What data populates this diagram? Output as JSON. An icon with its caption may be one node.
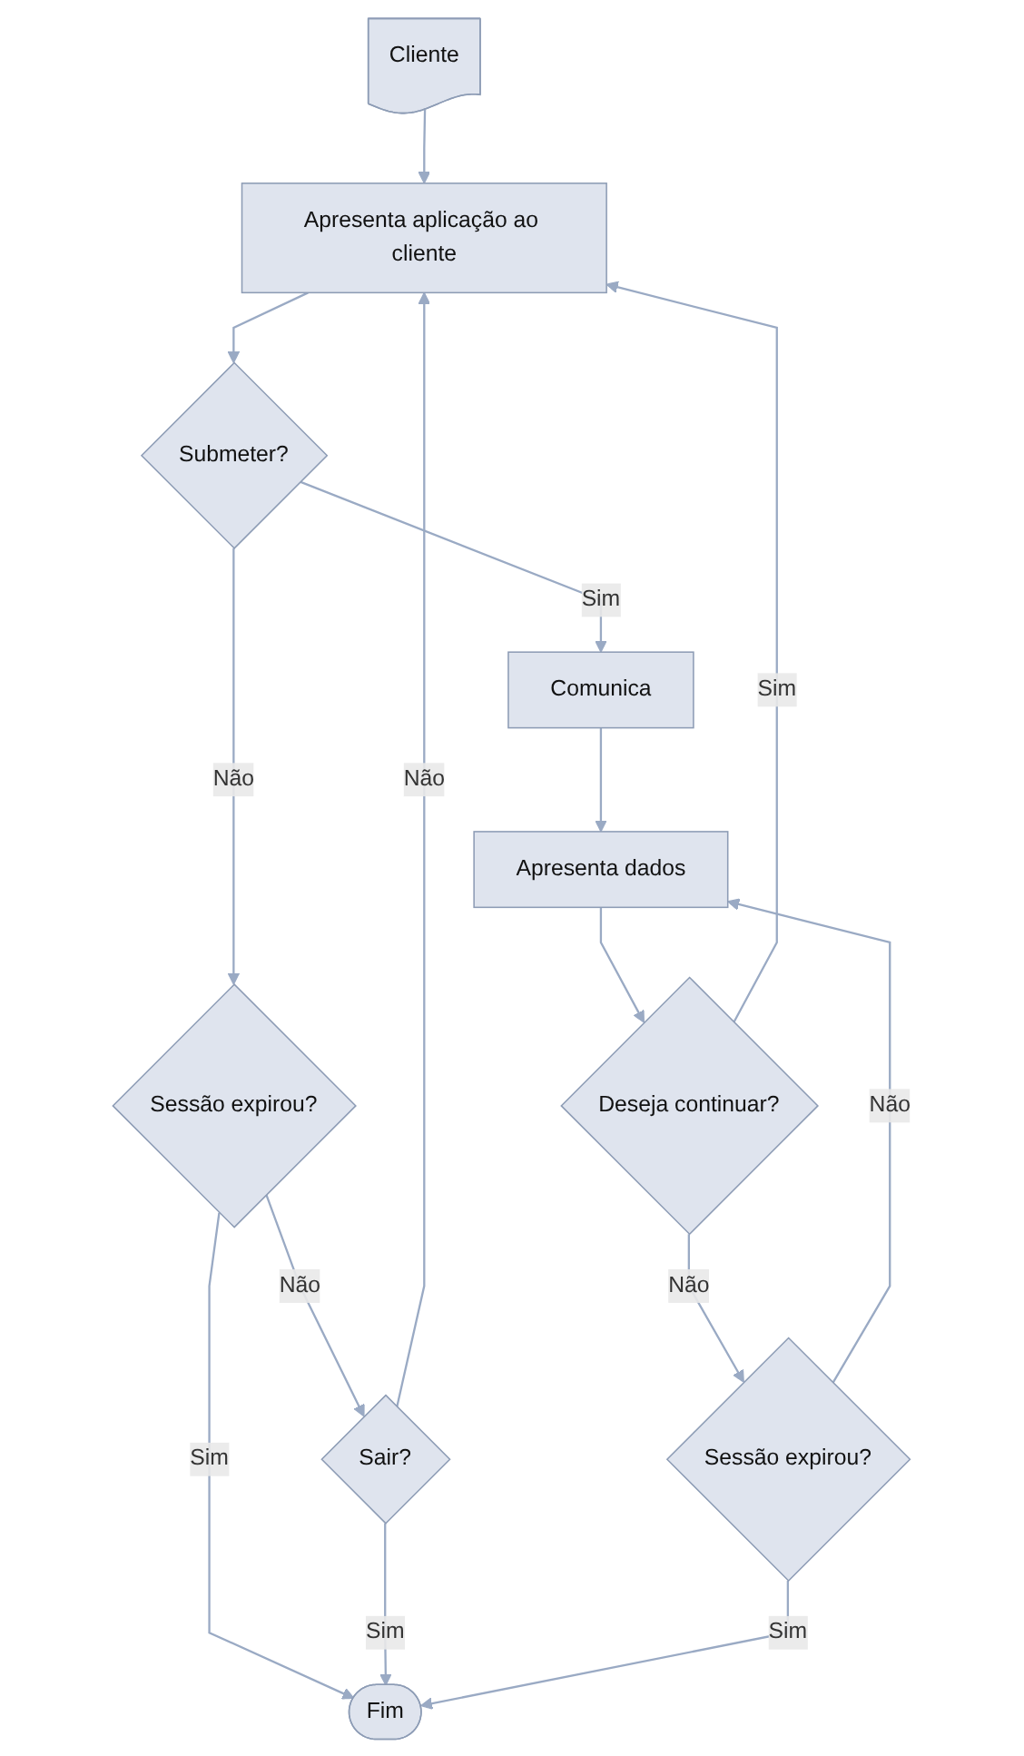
{
  "diagram": {
    "nodes": [
      {
        "text": [
          "Cliente"
        ]
      },
      {
        "text": [
          "Apresenta aplicação ao cliente"
        ]
      },
      {
        "text": [
          "Submeter?"
        ]
      },
      {
        "text": [
          "Comunica"
        ]
      },
      {
        "text": [
          "Sessão expirou?"
        ]
      },
      {
        "text": [
          "Sair?"
        ]
      },
      {
        "text": [
          "Apresenta dados"
        ]
      },
      {
        "text": [
          "Deseja continuar?"
        ]
      },
      {
        "text": [
          "Sessão expirou?"
        ]
      },
      {
        "text": [
          "Fim"
        ]
      }
    ],
    "edges": [
      {
        "from": 0,
        "to": 1,
        "arrow": "to"
      },
      {
        "from": 1,
        "to": 2,
        "arrow": "to"
      },
      {
        "from": 2,
        "to": 3,
        "label": "Sim",
        "arrow": "to"
      },
      {
        "from": 2,
        "to": 4,
        "label": "Não",
        "arrow": "to"
      },
      {
        "from": 4,
        "to": 5,
        "label": "Não",
        "arrow": "to"
      },
      {
        "from": 5,
        "to": 1,
        "label": "Não",
        "arrow": "to"
      },
      {
        "from": 3,
        "to": 6,
        "arrow": "to"
      },
      {
        "from": 6,
        "to": 7,
        "arrow": "to"
      },
      {
        "from": 7,
        "to": 1,
        "label": "Sim",
        "arrow": "to"
      },
      {
        "from": 7,
        "to": 8,
        "label": "Não",
        "arrow": "to"
      },
      {
        "from": 8,
        "to": 6,
        "label": "Não",
        "arrow": "to"
      },
      {
        "from": 4,
        "to": 9,
        "label": "Sim",
        "arrow": "to"
      },
      {
        "from": 5,
        "to": 9,
        "label": "Sim",
        "arrow": "to"
      },
      {
        "from": 8,
        "to": 9,
        "label": "Sim",
        "arrow": "to"
      }
    ]
  }
}
